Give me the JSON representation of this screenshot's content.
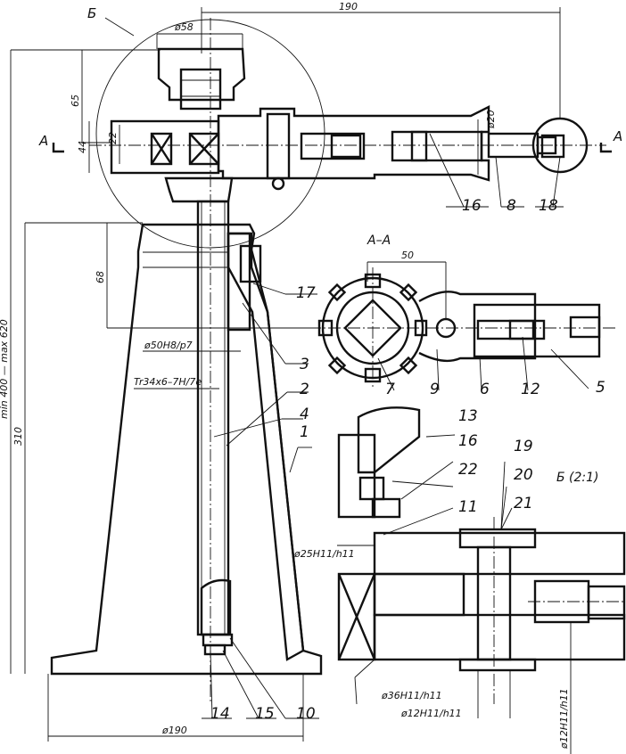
{
  "colors": {
    "ink": "#111111",
    "paper": "#ffffff"
  },
  "view_labels": {
    "detail_letter": "Б",
    "section_left": "А",
    "section_right": "А",
    "section_title": "А–А",
    "detail_title": "Б (2:1)"
  },
  "dimensions": {
    "d58": "ø58",
    "w190_top": "190",
    "h65": "65",
    "h22": "22",
    "h44": "44",
    "d20": "ø20",
    "h68": "68",
    "w50": "50",
    "d50fit": "ø50H8/p7",
    "thread": "Tr34x6–7H/7e",
    "range": "min 400 — max 620",
    "h310": "310",
    "d190_bottom": "ø190",
    "d25": "ø25H11/h11",
    "d36": "ø36H11/h11",
    "d12a": "ø12H11/h11",
    "d12b": "ø12H11/h11"
  },
  "part_numbers": {
    "p1": "1",
    "p2": "2",
    "p3": "3",
    "p4": "4",
    "p5": "5",
    "p6": "6",
    "p7": "7",
    "p8": "8",
    "p9": "9",
    "p10": "10",
    "p11": "11",
    "p12": "12",
    "p13": "13",
    "p14": "14",
    "p15": "15",
    "p16a": "16",
    "p16b": "16",
    "p17": "17",
    "p18": "18",
    "p19": "19",
    "p20": "20",
    "p21": "21",
    "p22": "22"
  }
}
